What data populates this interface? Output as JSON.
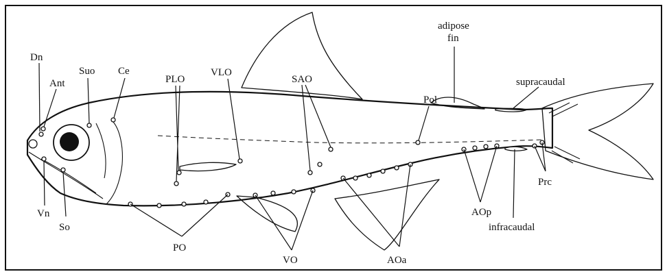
{
  "labels": {
    "dn": "Dn",
    "ant": "Ant",
    "suo": "Suo",
    "ce": "Ce",
    "plo": "PLO",
    "vlo": "VLO",
    "sao": "SAO",
    "pol": "Pol",
    "adipose_line1": "adipose",
    "adipose_line2": "fin",
    "supracaudal": "supracaudal",
    "vn": "Vn",
    "so": "So",
    "po": "PO",
    "vo": "VO",
    "aoa": "AOa",
    "aop": "AOp",
    "prc": "Prc",
    "infracaudal": "infracaudal"
  }
}
